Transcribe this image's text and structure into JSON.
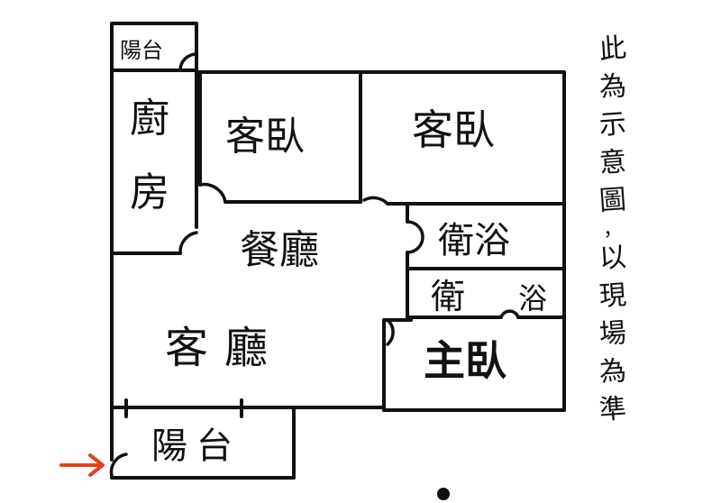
{
  "rooms": {
    "balcony_top": "陽台",
    "kitchen_1": "廚",
    "kitchen_2": "房",
    "guest_room_left": "客臥",
    "guest_room_right": "客臥",
    "dining": "餐廳",
    "bathroom_upper": "衛浴",
    "bathroom_lower_1": "衛",
    "bathroom_lower_2": "浴",
    "living": "客廳",
    "master_bedroom": "主臥",
    "balcony_bottom": "陽台"
  },
  "note": [
    "此",
    "為",
    "示",
    "意",
    "圖",
    "，",
    "以",
    "現",
    "場",
    "為",
    "準"
  ],
  "colors": {
    "ink": "#111111",
    "entrance_arrow": "#e8401c",
    "background": "#ffffff"
  },
  "icons": {
    "entrance": "right-arrow-icon"
  }
}
